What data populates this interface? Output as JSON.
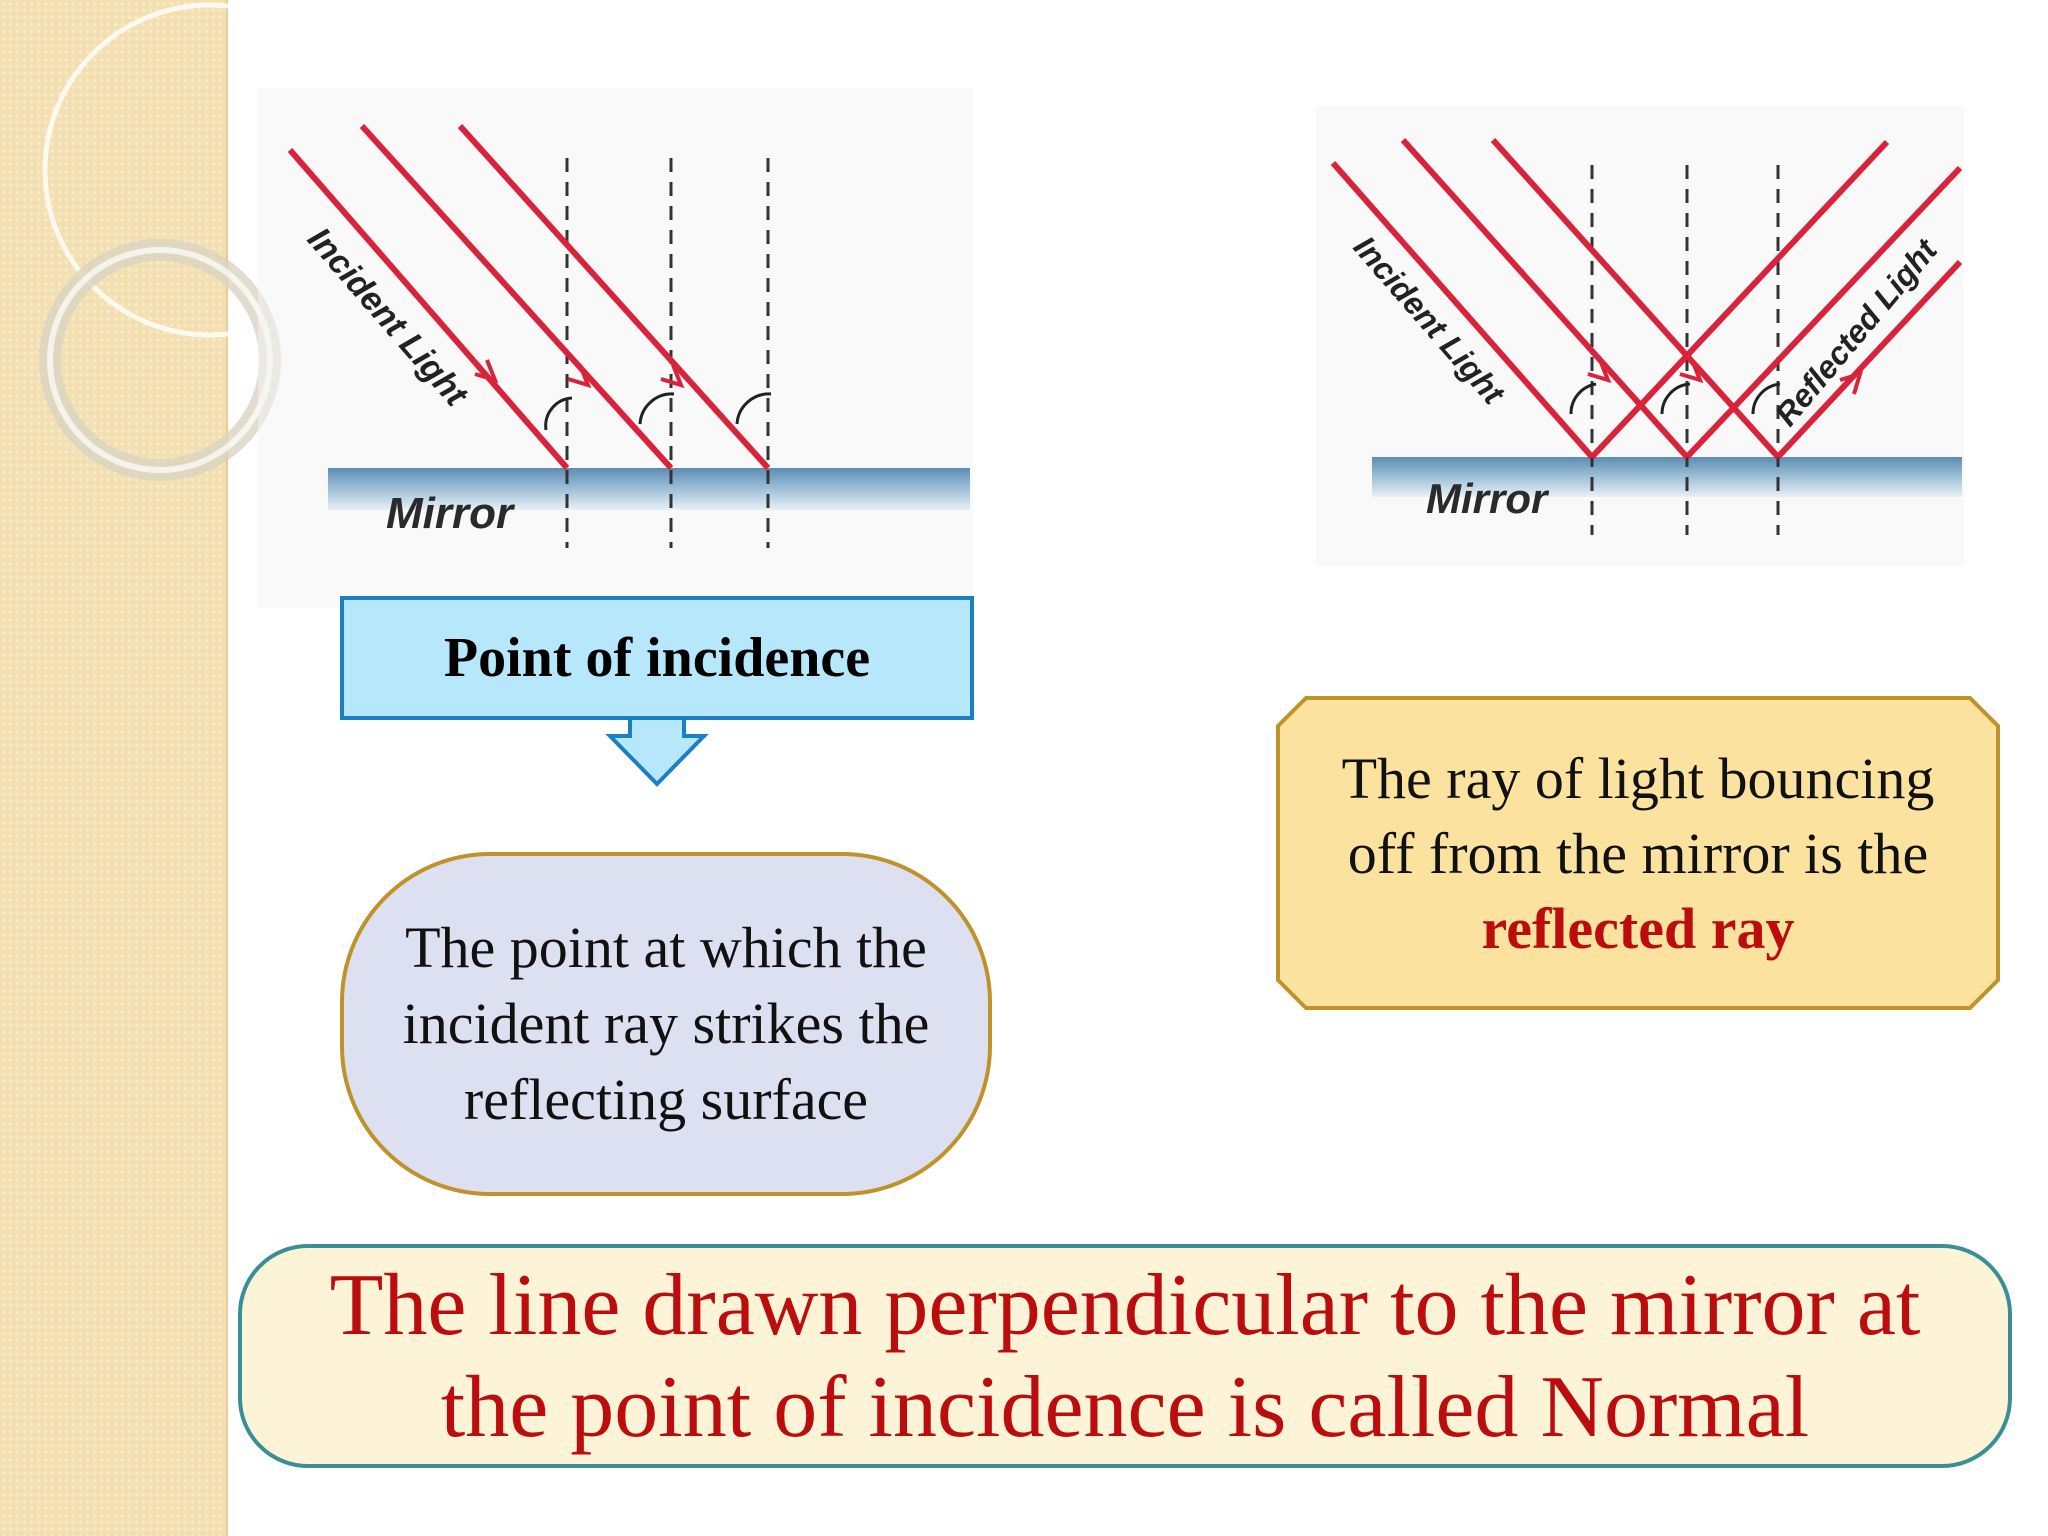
{
  "diagram_left": {
    "incident_label": "Incident Light",
    "mirror_label": "Mirror"
  },
  "diagram_right": {
    "incident_label": "Incident Light",
    "reflected_label": "Reflected Light",
    "mirror_label": "Mirror"
  },
  "callout": {
    "label": "Point of incidence"
  },
  "definition_point": {
    "text": "The point at which the incident ray strikes the reflecting surface"
  },
  "definition_reflected": {
    "line1": "The ray of light bouncing",
    "line2": "off from the mirror is the",
    "highlight": "reflected ray"
  },
  "normal_definition": {
    "line1": "The line drawn perpendicular to the mirror at",
    "line2": "the point of incidence is called Normal"
  },
  "colors": {
    "ray": "#d8233a",
    "mirror": "#6f9bbd",
    "callout_fill": "#b7e7fb",
    "callout_border": "#1b7fc3",
    "highlight_text": "#bb0d0d",
    "sidebar": "#f3dfb0"
  }
}
